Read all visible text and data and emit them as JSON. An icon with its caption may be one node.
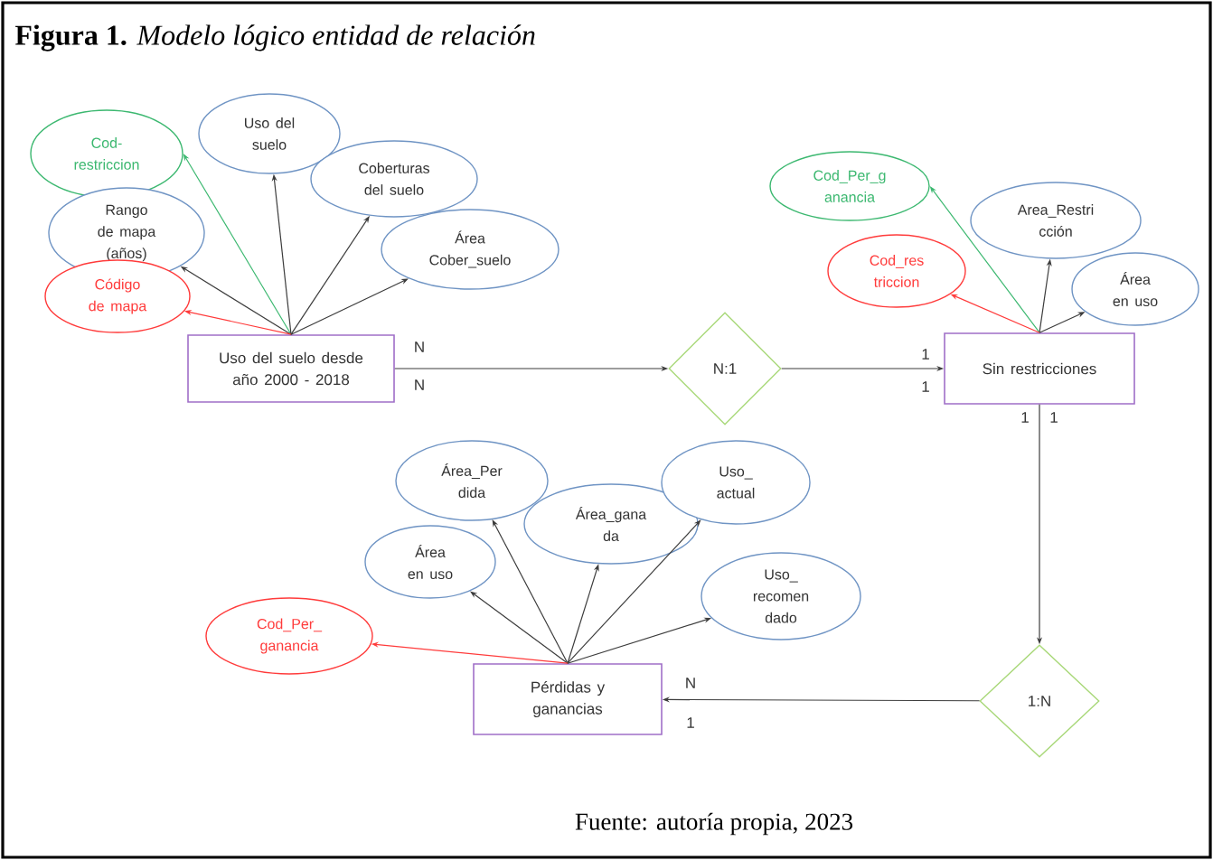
{
  "diagram": {
    "title": "**Figura 1.** *Modelo lógico entidad de relación*",
    "caption": "Fuente: autoría propia, 2023",
    "nodes": [
      {
        "text": [
          "Uso del suelo desde año 2000 - 2018"
        ]
      },
      {
        "text": [
          "Cod- restriccion"
        ]
      },
      {
        "text": [
          "Uso del suelo"
        ]
      },
      {
        "text": [
          "Coberturas del suelo"
        ]
      },
      {
        "text": [
          "Rango de mapa (años)"
        ]
      },
      {
        "text": [
          "Área Cober_suelo"
        ]
      },
      {
        "text": [
          "Código de mapa"
        ]
      },
      {
        "text": [
          "N:1"
        ]
      },
      {
        "text": [
          "Sin restricciones"
        ]
      },
      {
        "text": [
          "Cod_Per_g anancia"
        ]
      },
      {
        "text": [
          "Area_Restri cción"
        ]
      },
      {
        "text": [
          "Cod_res triccion"
        ]
      },
      {
        "text": [
          "Área en uso"
        ]
      },
      {
        "text": [
          "1:N"
        ]
      },
      {
        "text": [
          "Pérdidas y ganancias"
        ]
      },
      {
        "text": [
          "Área_Per dida"
        ]
      },
      {
        "text": [
          "Área_gana da"
        ]
      },
      {
        "text": [
          "Uso_ actual"
        ]
      },
      {
        "text": [
          "Área en uso"
        ]
      },
      {
        "text": [
          "Uso_ recomen dado"
        ]
      },
      {
        "text": [
          "Cod_Per_ ganancia"
        ]
      }
    ],
    "edges": [
      {
        "from": 0,
        "to": 1,
        "arrow": "to",
        "color": "#3cb870"
      },
      {
        "from": 0,
        "to": 2,
        "arrow": "to"
      },
      {
        "from": 0,
        "to": 3,
        "arrow": "to"
      },
      {
        "from": 0,
        "to": 4,
        "arrow": "to"
      },
      {
        "from": 0,
        "to": 5,
        "arrow": "to"
      },
      {
        "from": 0,
        "to": 6,
        "arrow": "to",
        "color": "#ff3b3b"
      },
      {
        "from": 0,
        "to": 7,
        "arrow": "to"
      },
      {
        "from": 7,
        "to": 8,
        "arrow": "to"
      },
      {
        "from": 8,
        "to": 9,
        "arrow": "to",
        "color": "#3cb870"
      },
      {
        "from": 8,
        "to": 10,
        "arrow": "to"
      },
      {
        "from": 8,
        "to": 11,
        "arrow": "to",
        "color": "#ff3b3b"
      },
      {
        "from": 8,
        "to": 12,
        "arrow": "to"
      },
      {
        "from": 8,
        "to": 13,
        "arrow": "to"
      },
      {
        "from": 13,
        "to": 14,
        "arrow": "to"
      },
      {
        "from": 14,
        "to": 15,
        "arrow": "to"
      },
      {
        "from": 14,
        "to": 16,
        "arrow": "to"
      },
      {
        "from": 14,
        "to": 17,
        "arrow": "to"
      },
      {
        "from": 14,
        "to": 18,
        "arrow": "to"
      },
      {
        "from": 14,
        "to": 19,
        "arrow": "to"
      },
      {
        "from": 14,
        "to": 20,
        "arrow": "to",
        "color": "#ff3b3b"
      }
    ],
    "labels": [
      "N",
      "N",
      "1",
      "1",
      "1",
      "1",
      "N",
      "1"
    ]
  }
}
